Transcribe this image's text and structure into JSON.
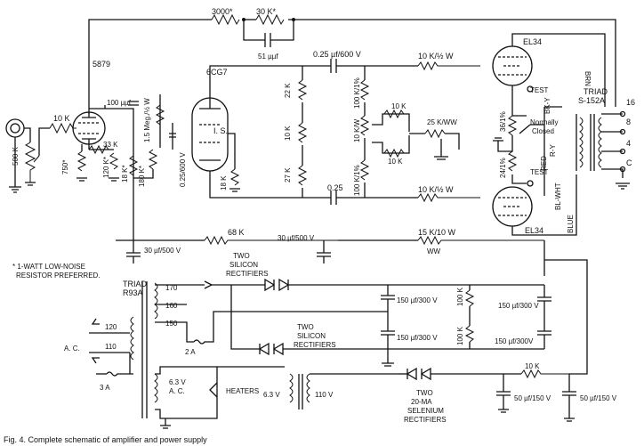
{
  "labels": {
    "r_3000": "3000*",
    "r_30k": "30 K*",
    "c_51": "51 µµf",
    "tube_5879": "5879",
    "tube_6cg7": "6CG7",
    "c_025_600_top": "0.25 µf/600 V",
    "r_10k_half_top": "10 K/½ W",
    "tube_el34_top": "EL34",
    "brn": "BRN",
    "triad_out": "TRIAD",
    "triad_out_model": "S-152A",
    "tap_16": "16",
    "tap_8": "8",
    "tap_4": "4",
    "tap_c": "C",
    "test_top": "TEST",
    "normally": "Normally",
    "closed": "Closed",
    "bk_y": "BK-Y",
    "r_y": "R-Y",
    "red": "RED",
    "bl_wht": "BL-WHT",
    "blue": "BLUE",
    "test_bot": "TEST",
    "tube_el34_bot": "EL34",
    "r_10k_in": "10 K",
    "c_100": "100 µµf",
    "r_33k": "33 K",
    "r_500k": "500 K",
    "r_750": "750*",
    "r_120k": "120 K*",
    "r_18k": "18 K*",
    "r_180k": "180 K*",
    "r_15meg": "1.5 Meg./½ W",
    "c_025_600_left": "0.25/600 V",
    "is_label": "I. S.",
    "r_18k_cath": "18 K",
    "r_22k": "22 K",
    "r_10k_mid": "10 K",
    "r_27k": "27 K",
    "c_025_bot": "0.25",
    "r_100k_1pc_a": "100 K/1%",
    "r_10k_w": "10 K/W",
    "r_100k_1pc_b": "100 K/1%",
    "r_10k_bal_a": "10 K",
    "r_10k_bal_b": "10 K",
    "r_25k_ww": "25 K/WW",
    "r_36_1pc_a": "36/1%",
    "r_24_1pc_b": "24/1%",
    "r_10k_half_bot": "10 K/½ W",
    "r_68k": "68 K",
    "c_30_500_a": "30 µf/500 V",
    "c_30_500_b": "30 µf/500 V",
    "r_15k_10w": "15 K/10 W",
    "ww": "WW",
    "note_line1": "* 1-WATT LOW-NOISE",
    "note_line2": "RESISTOR PREFERRED.",
    "triad_pt": "TRIAD",
    "triad_pt_model": "R93A",
    "tap_170": "170",
    "tap_160": "160",
    "tap_150": "150",
    "tap_120": "120",
    "tap_110": "110",
    "ac_label": "A. C.",
    "fuse_2a": "2 A",
    "fuse_3a": "3 A",
    "two_si_a": "TWO",
    "silicon_a": "SILICON",
    "rectifiers_a": "RECTIFIERS",
    "two_si_b": "TWO",
    "silicon_b": "SILICON",
    "rectifiers_b": "RECTIFIERS",
    "c_150_300_a": "150 µf/300 V",
    "c_150_300_b": "150 µf/300 V",
    "c_150_300_c": "150 µf/300 V",
    "c_150_300_d": "150 µf/300V",
    "r_100k_bleed_a": "100 K",
    "r_100k_bleed_b": "100 K",
    "heater_63_a": "6.3 V",
    "heater_ac": "A. C.",
    "heaters": "HEATERS",
    "heater_63_b": "6.3 V",
    "v110": "110 V",
    "two_sel": "TWO",
    "ma_20": "20-MA",
    "selenium": "SELENIUM",
    "rectifiers_sel": "RECTIFIERS",
    "r_10k_sel": "10 K",
    "c_50_150_a": "50 µf/150 V",
    "c_50_150_b": "50 µf/150 V",
    "caption": "Fig. 4. Complete schematic of amplifier and power supply"
  }
}
